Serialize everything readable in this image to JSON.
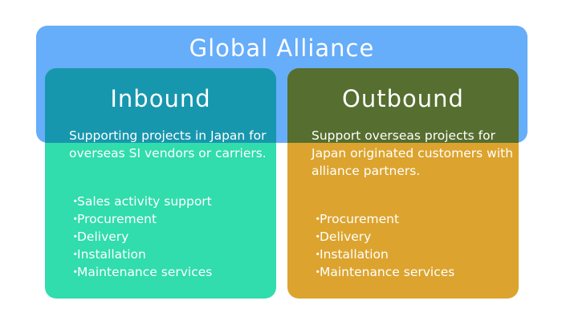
{
  "alliance": {
    "title": "Global Alliance"
  },
  "inbound": {
    "title": "Inbound",
    "description": "Supporting projects in Japan for overseas SI vendors or carriers.",
    "items": [
      "Sales activity support",
      "Procurement",
      "Delivery",
      "Installation",
      "Maintenance services"
    ]
  },
  "outbound": {
    "title": "Outbound",
    "description": "Support overseas projects for Japan originated customers with alliance partners.",
    "items": [
      "Procurement",
      "Delivery",
      "Installation",
      "Maintenance services"
    ]
  },
  "bullet": "・",
  "colors": {
    "alliance_band": "#66adfa",
    "inbound_body": "#31dcad",
    "inbound_overlap": "#1797ad",
    "outbound_body": "#dca42e",
    "outbound_overlap": "#566e2f",
    "text": "#ffffff"
  }
}
